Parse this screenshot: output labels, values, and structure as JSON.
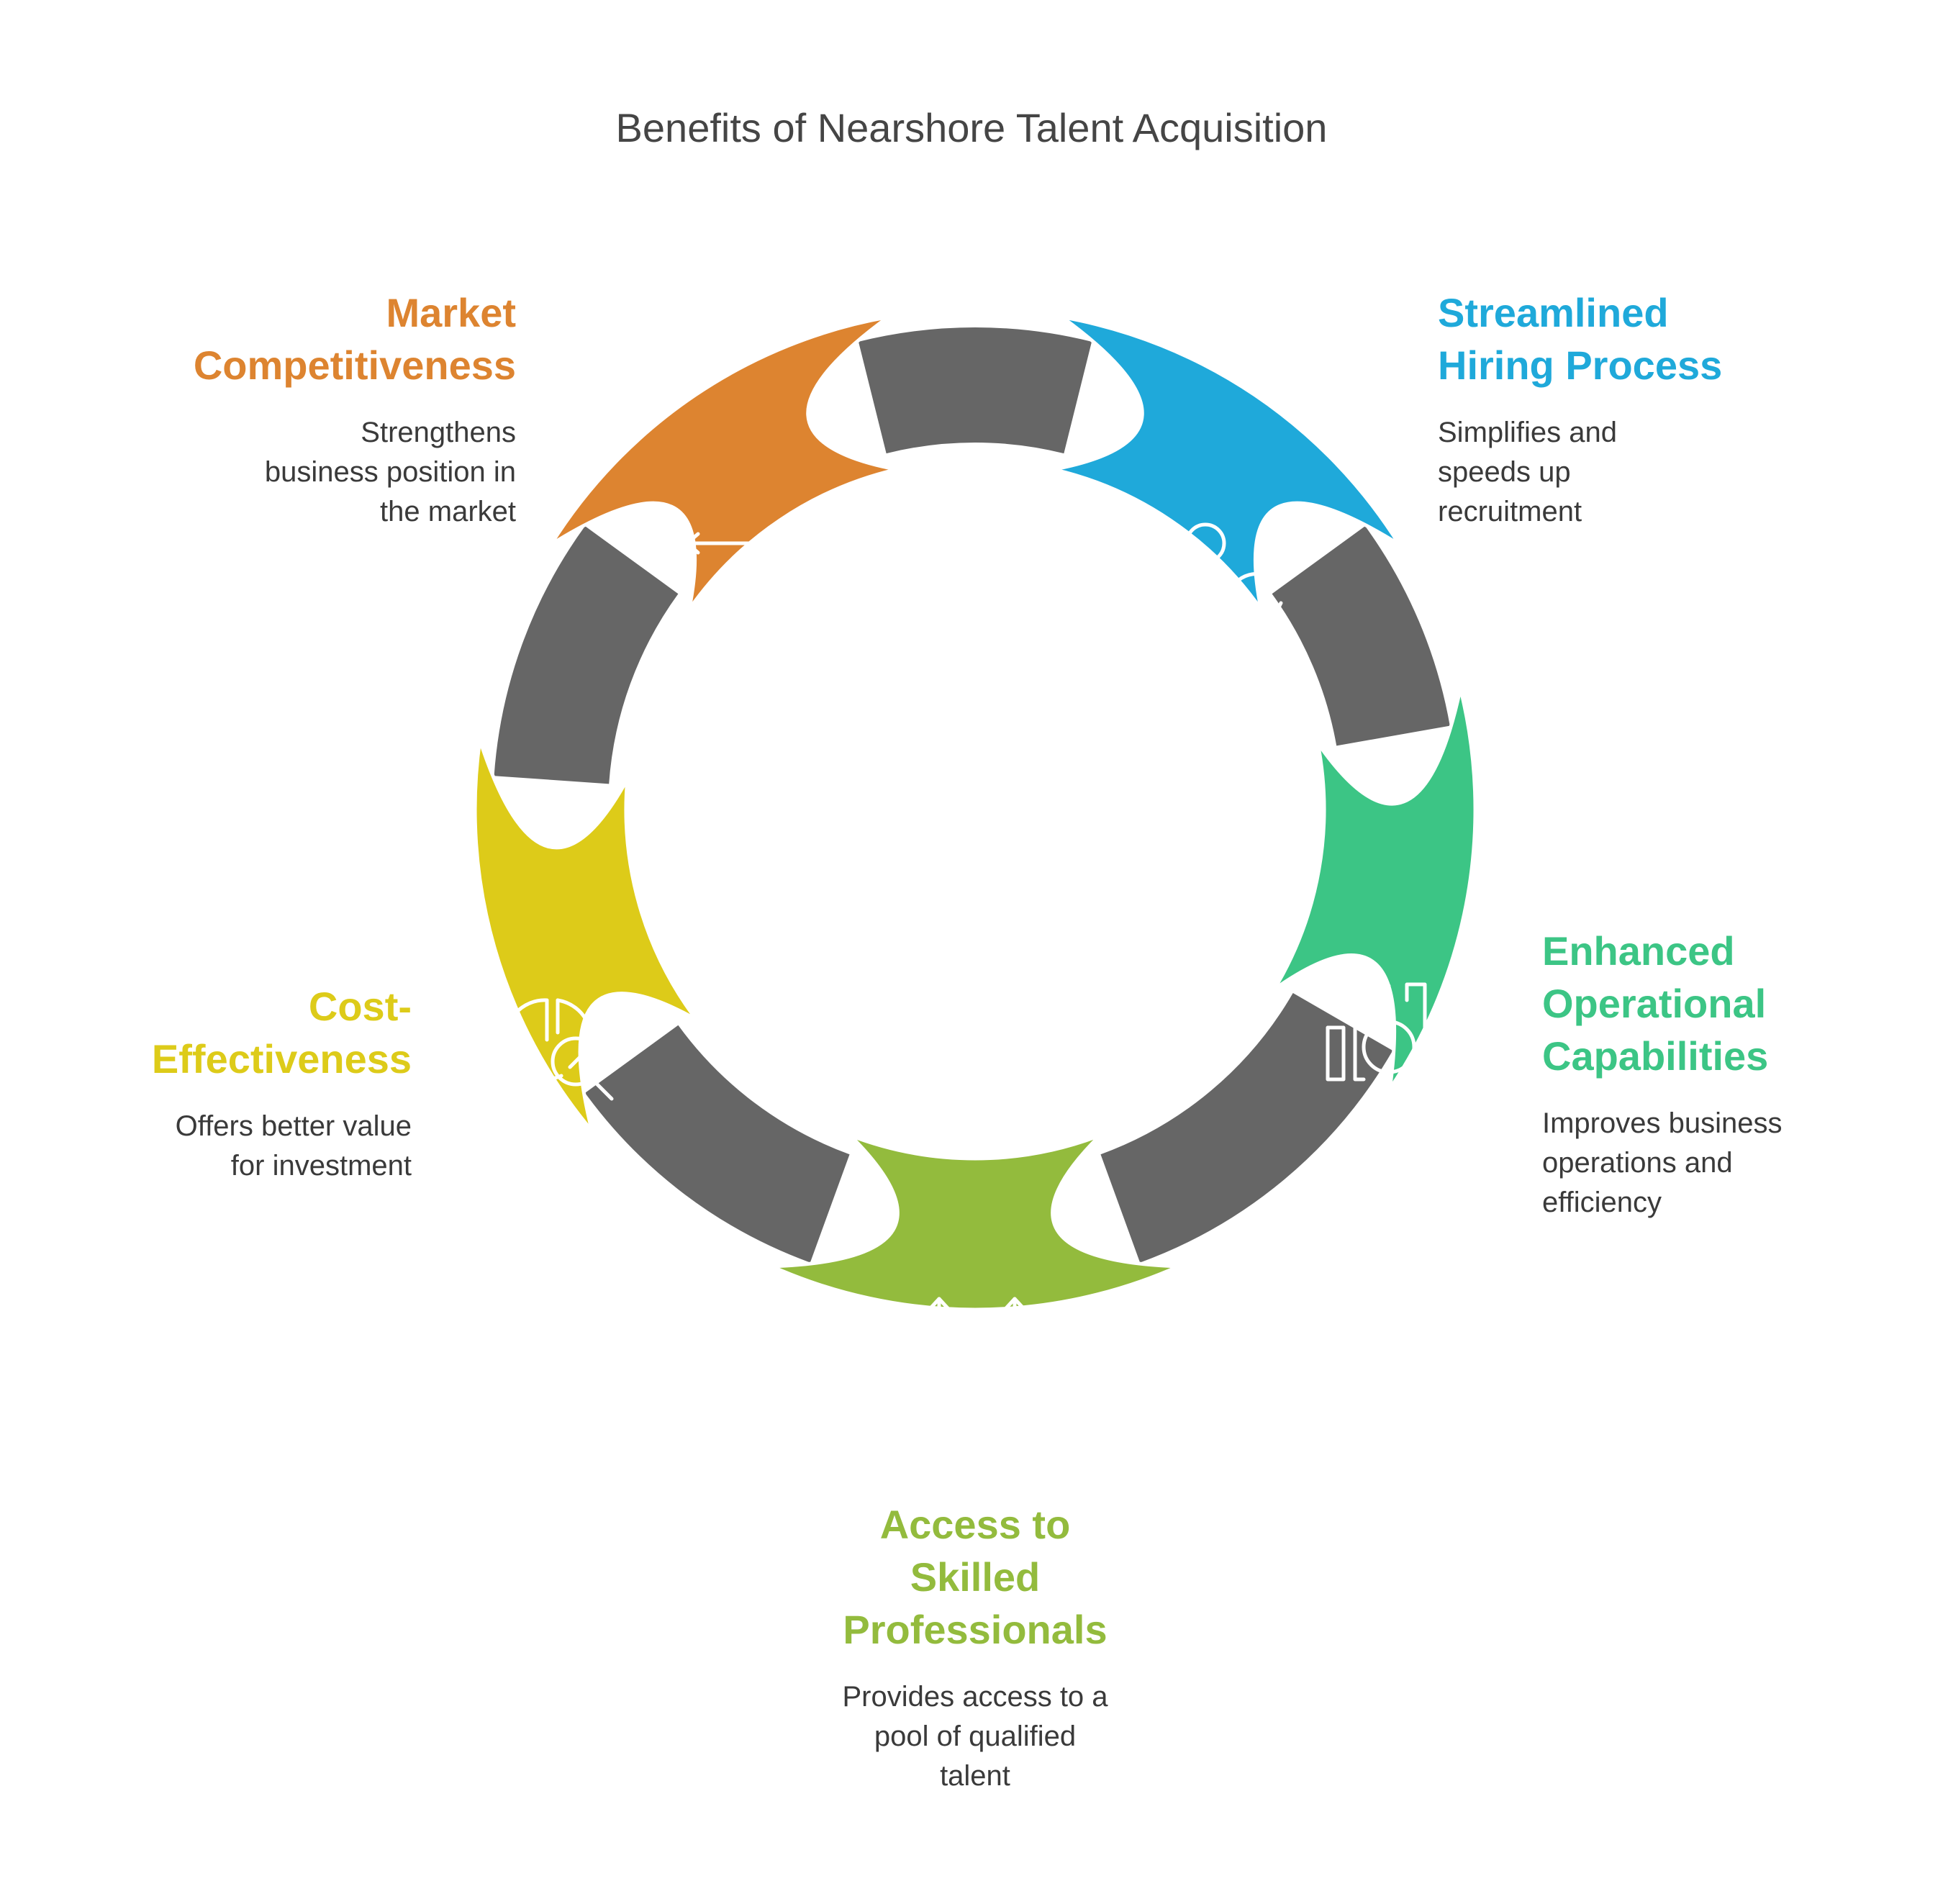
{
  "title": "Benefits of Nearshore Talent Acquisition",
  "colors": {
    "ring": "#666666",
    "market": "#DD8430",
    "hiring": "#1FA9DA",
    "operational": "#3CC585",
    "skilled": "#93BB3D",
    "cost": "#DDCB19"
  },
  "segments": [
    {
      "id": "market",
      "title": "Market\nCompetitiveness",
      "description": "Strengthens\nbusiness position in\nthe market",
      "icon": "building-growth-icon"
    },
    {
      "id": "hiring",
      "title": "Streamlined\nHiring Process",
      "description": "Simplifies and\nspeeds up\nrecruitment",
      "icon": "user-refresh-icon"
    },
    {
      "id": "operational",
      "title": "Enhanced\nOperational\nCapabilities",
      "description": "Improves business\noperations and\nefficiency",
      "icon": "chart-search-icon"
    },
    {
      "id": "skilled",
      "title": "Access to\nSkilled\nProfessionals",
      "description": "Provides access to a\npool of qualified\ntalent",
      "icon": "worker-growth-icon"
    },
    {
      "id": "cost",
      "title": "Cost-\nEffectiveness",
      "description": "Offers better value\nfor investment",
      "icon": "pie-search-icon"
    }
  ]
}
